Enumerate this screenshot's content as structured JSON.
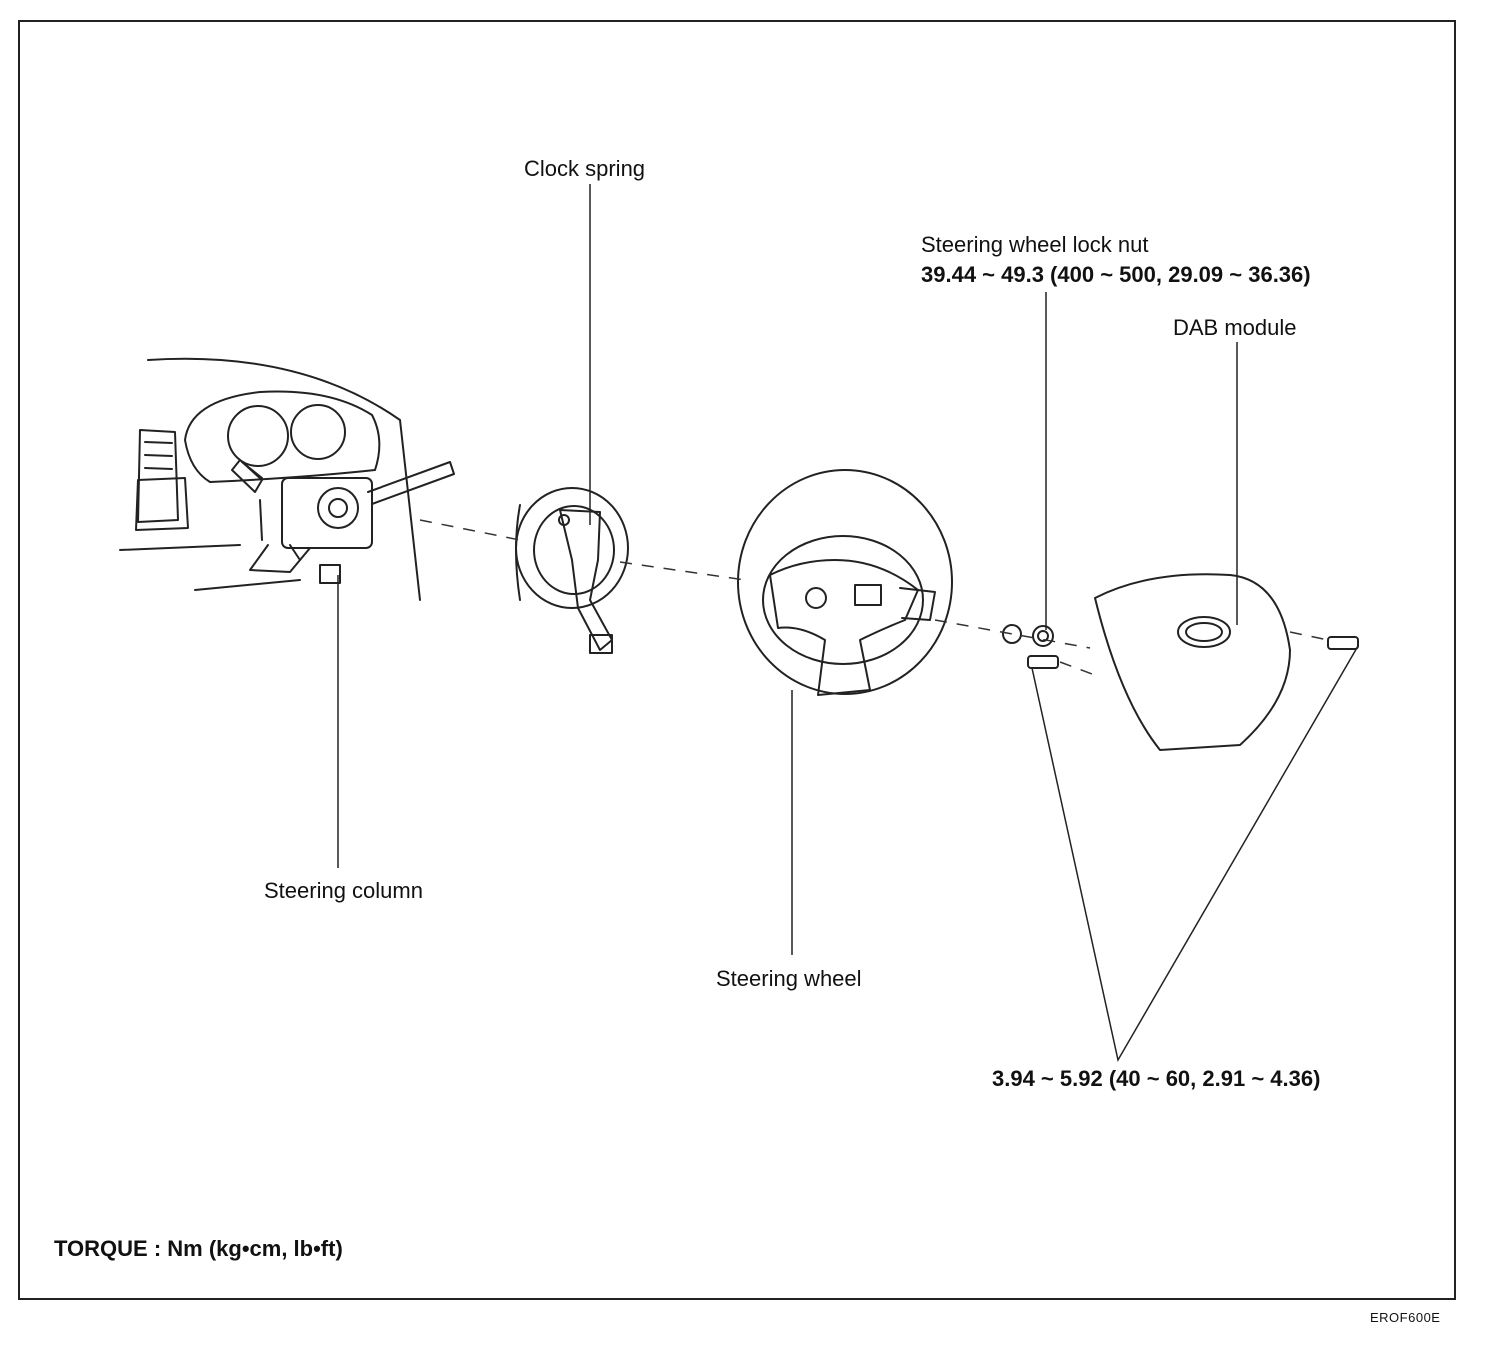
{
  "labels": {
    "clock_spring": "Clock spring",
    "lock_nut_name": "Steering wheel lock nut",
    "lock_nut_torque": "39.44 ~ 49.3 (400 ~ 500, 29.09 ~ 36.36)",
    "dab_module": "DAB module",
    "steering_column": "Steering column",
    "steering_wheel": "Steering wheel",
    "bolt_torque": "3.94 ~ 5.92 (40 ~ 60, 2.91 ~ 4.36)"
  },
  "footer": {
    "torque_unit": "TORQUE : Nm (kg•cm, lb•ft)",
    "figure_code": "EROF600E"
  }
}
